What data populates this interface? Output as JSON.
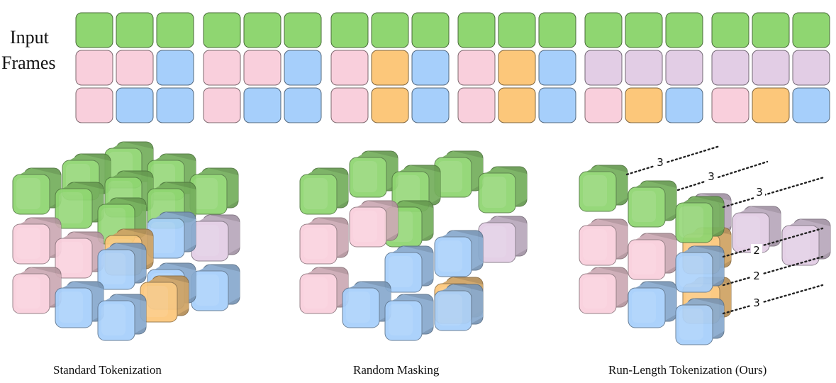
{
  "labels": {
    "input_line1": "Input",
    "input_line2": "Frames",
    "caption_standard": "Standard Tokenization",
    "caption_random": "Random Masking",
    "caption_rlt": "Run-Length Tokenization (Ours)"
  },
  "colors": {
    "green": "#8fd671",
    "pink": "#f9cfdc",
    "blue": "#a6cffb",
    "orange": "#fcc77a",
    "lavender": "#e2cde5"
  },
  "input_frames": [
    [
      [
        "green",
        "green",
        "green"
      ],
      [
        "pink",
        "pink",
        "blue"
      ],
      [
        "pink",
        "blue",
        "blue"
      ]
    ],
    [
      [
        "green",
        "green",
        "green"
      ],
      [
        "pink",
        "pink",
        "blue"
      ],
      [
        "pink",
        "blue",
        "blue"
      ]
    ],
    [
      [
        "green",
        "green",
        "green"
      ],
      [
        "pink",
        "orange",
        "blue"
      ],
      [
        "pink",
        "orange",
        "blue"
      ]
    ],
    [
      [
        "green",
        "green",
        "green"
      ],
      [
        "pink",
        "orange",
        "blue"
      ],
      [
        "pink",
        "orange",
        "blue"
      ]
    ],
    [
      [
        "green",
        "green",
        "green"
      ],
      [
        "lavender",
        "lavender",
        "lavender"
      ],
      [
        "pink",
        "orange",
        "blue"
      ]
    ],
    [
      [
        "green",
        "green",
        "green"
      ],
      [
        "lavender",
        "lavender",
        "lavender"
      ],
      [
        "pink",
        "orange",
        "blue"
      ]
    ]
  ],
  "run_lengths": [
    "3",
    "3",
    "3",
    "2",
    "2",
    "3"
  ]
}
